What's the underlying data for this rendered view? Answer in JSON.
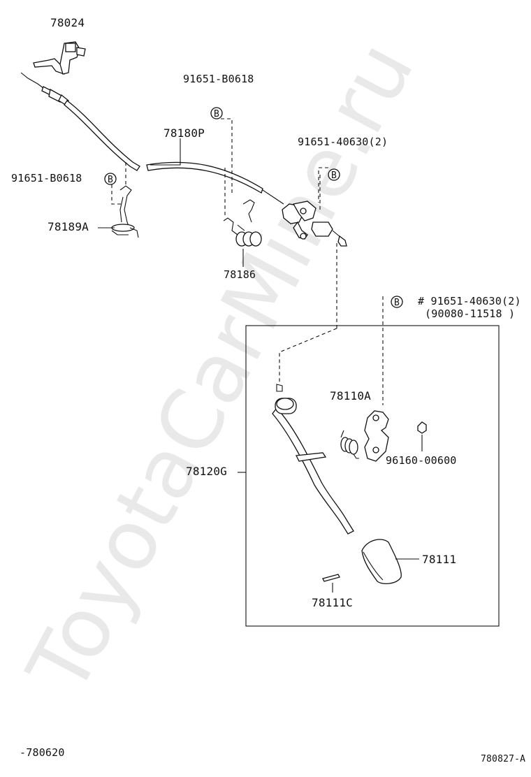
{
  "watermark": "ToyotaCarMine.ru",
  "labels": {
    "p78024": "78024",
    "p91651_b0618_top": "91651-B0618",
    "p78180p": "78180P",
    "p91651_40630_top": "91651-40630(2)",
    "p91651_b0618_left": "91651-B0618",
    "p78189a": "78189A",
    "p78186": "78186",
    "p91651_40630_right": "# 91651-40630(2)",
    "p90080": "(90080-11518 )",
    "p78110a": "78110A",
    "p96160": "96160-00600",
    "p78120g": "78120G",
    "p78111": "78111",
    "p78111c": "78111C"
  },
  "bolt_marker": "B",
  "footer": {
    "left": "-780620",
    "right": "780827-A"
  }
}
